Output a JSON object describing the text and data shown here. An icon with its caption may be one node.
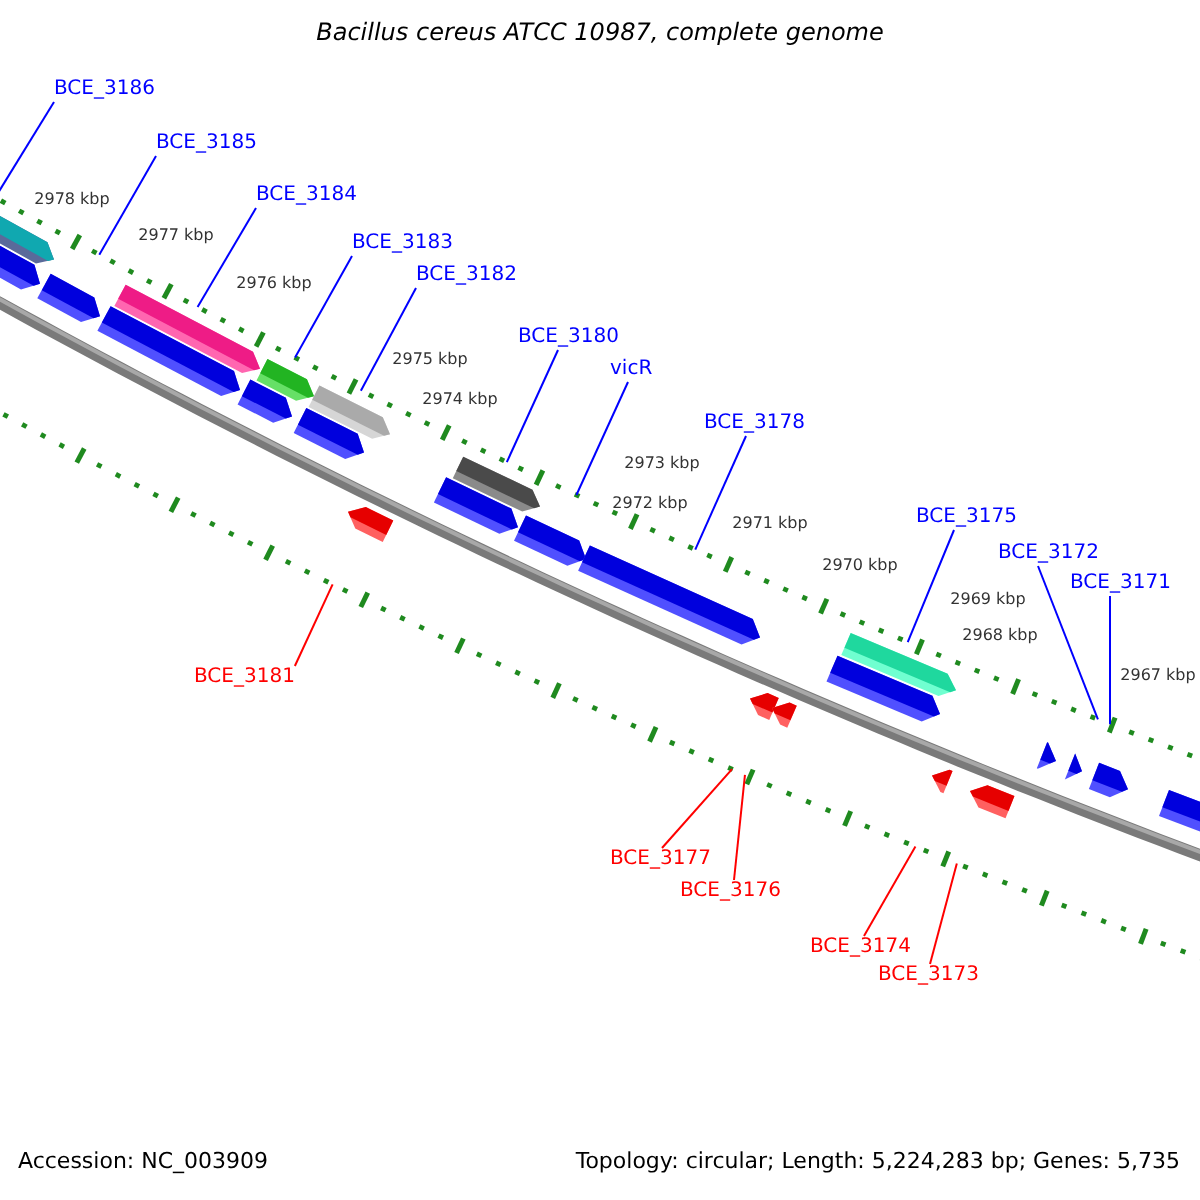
{
  "diagram": {
    "title": "Bacillus cereus ATCC 10987, complete genome",
    "nodes": [
      {
        "text": [
          "BCE_3186"
        ]
      },
      {
        "text": [
          "BCE_3185"
        ]
      },
      {
        "text": [
          "BCE_3184"
        ]
      },
      {
        "text": [
          "BCE_3183"
        ]
      },
      {
        "text": [
          "BCE_3182"
        ]
      },
      {
        "text": [
          "BCE_3180"
        ]
      },
      {
        "text": [
          "vicR"
        ]
      },
      {
        "text": [
          "BCE_3178"
        ]
      },
      {
        "text": [
          "BCE_3175"
        ]
      },
      {
        "text": [
          "BCE_3172"
        ]
      },
      {
        "text": [
          "BCE_3171"
        ]
      },
      {
        "text": [
          "BCE_3181"
        ]
      },
      {
        "text": [
          "BCE_3177"
        ]
      },
      {
        "text": [
          "BCE_3176"
        ]
      },
      {
        "text": [
          "BCE_3174"
        ]
      },
      {
        "text": [
          "BCE_3173"
        ]
      }
    ],
    "edges": [
      {
        "from": 0,
        "to": null,
        "arrow": "none"
      },
      {
        "from": 1,
        "to": null,
        "arrow": "none"
      },
      {
        "from": 2,
        "to": null,
        "arrow": "none"
      },
      {
        "from": 3,
        "to": null,
        "arrow": "none"
      },
      {
        "from": 4,
        "to": null,
        "arrow": "none"
      },
      {
        "from": 5,
        "to": null,
        "arrow": "none"
      },
      {
        "from": 6,
        "to": null,
        "arrow": "none"
      },
      {
        "from": 7,
        "to": null,
        "arrow": "none"
      },
      {
        "from": 8,
        "to": null,
        "arrow": "none"
      },
      {
        "from": 9,
        "to": null,
        "arrow": "none"
      },
      {
        "from": 10,
        "to": null,
        "arrow": "none"
      },
      {
        "from": 11,
        "to": null,
        "arrow": "none",
        "color": "#ff0000"
      },
      {
        "from": 12,
        "to": null,
        "arrow": "none",
        "color": "#ff0000"
      },
      {
        "from": 13,
        "to": null,
        "arrow": "none",
        "color": "#ff0000"
      },
      {
        "from": 14,
        "to": null,
        "arrow": "none",
        "color": "#ff0000"
      },
      {
        "from": 15,
        "to": null,
        "arrow": "none",
        "color": "#ff0000"
      }
    ],
    "labels": [
      "2978 kbp",
      "2977 kbp",
      "2976 kbp",
      "2975 kbp",
      "2974 kbp",
      "2973 kbp",
      "2972 kbp",
      "2971 kbp",
      "2970 kbp",
      "2969 kbp",
      "2968 kbp",
      "2967 kbp",
      "Accession: NC_003909",
      "Topology: circular; Length: 5,224,283 bp; Genes: 5,735"
    ]
  }
}
